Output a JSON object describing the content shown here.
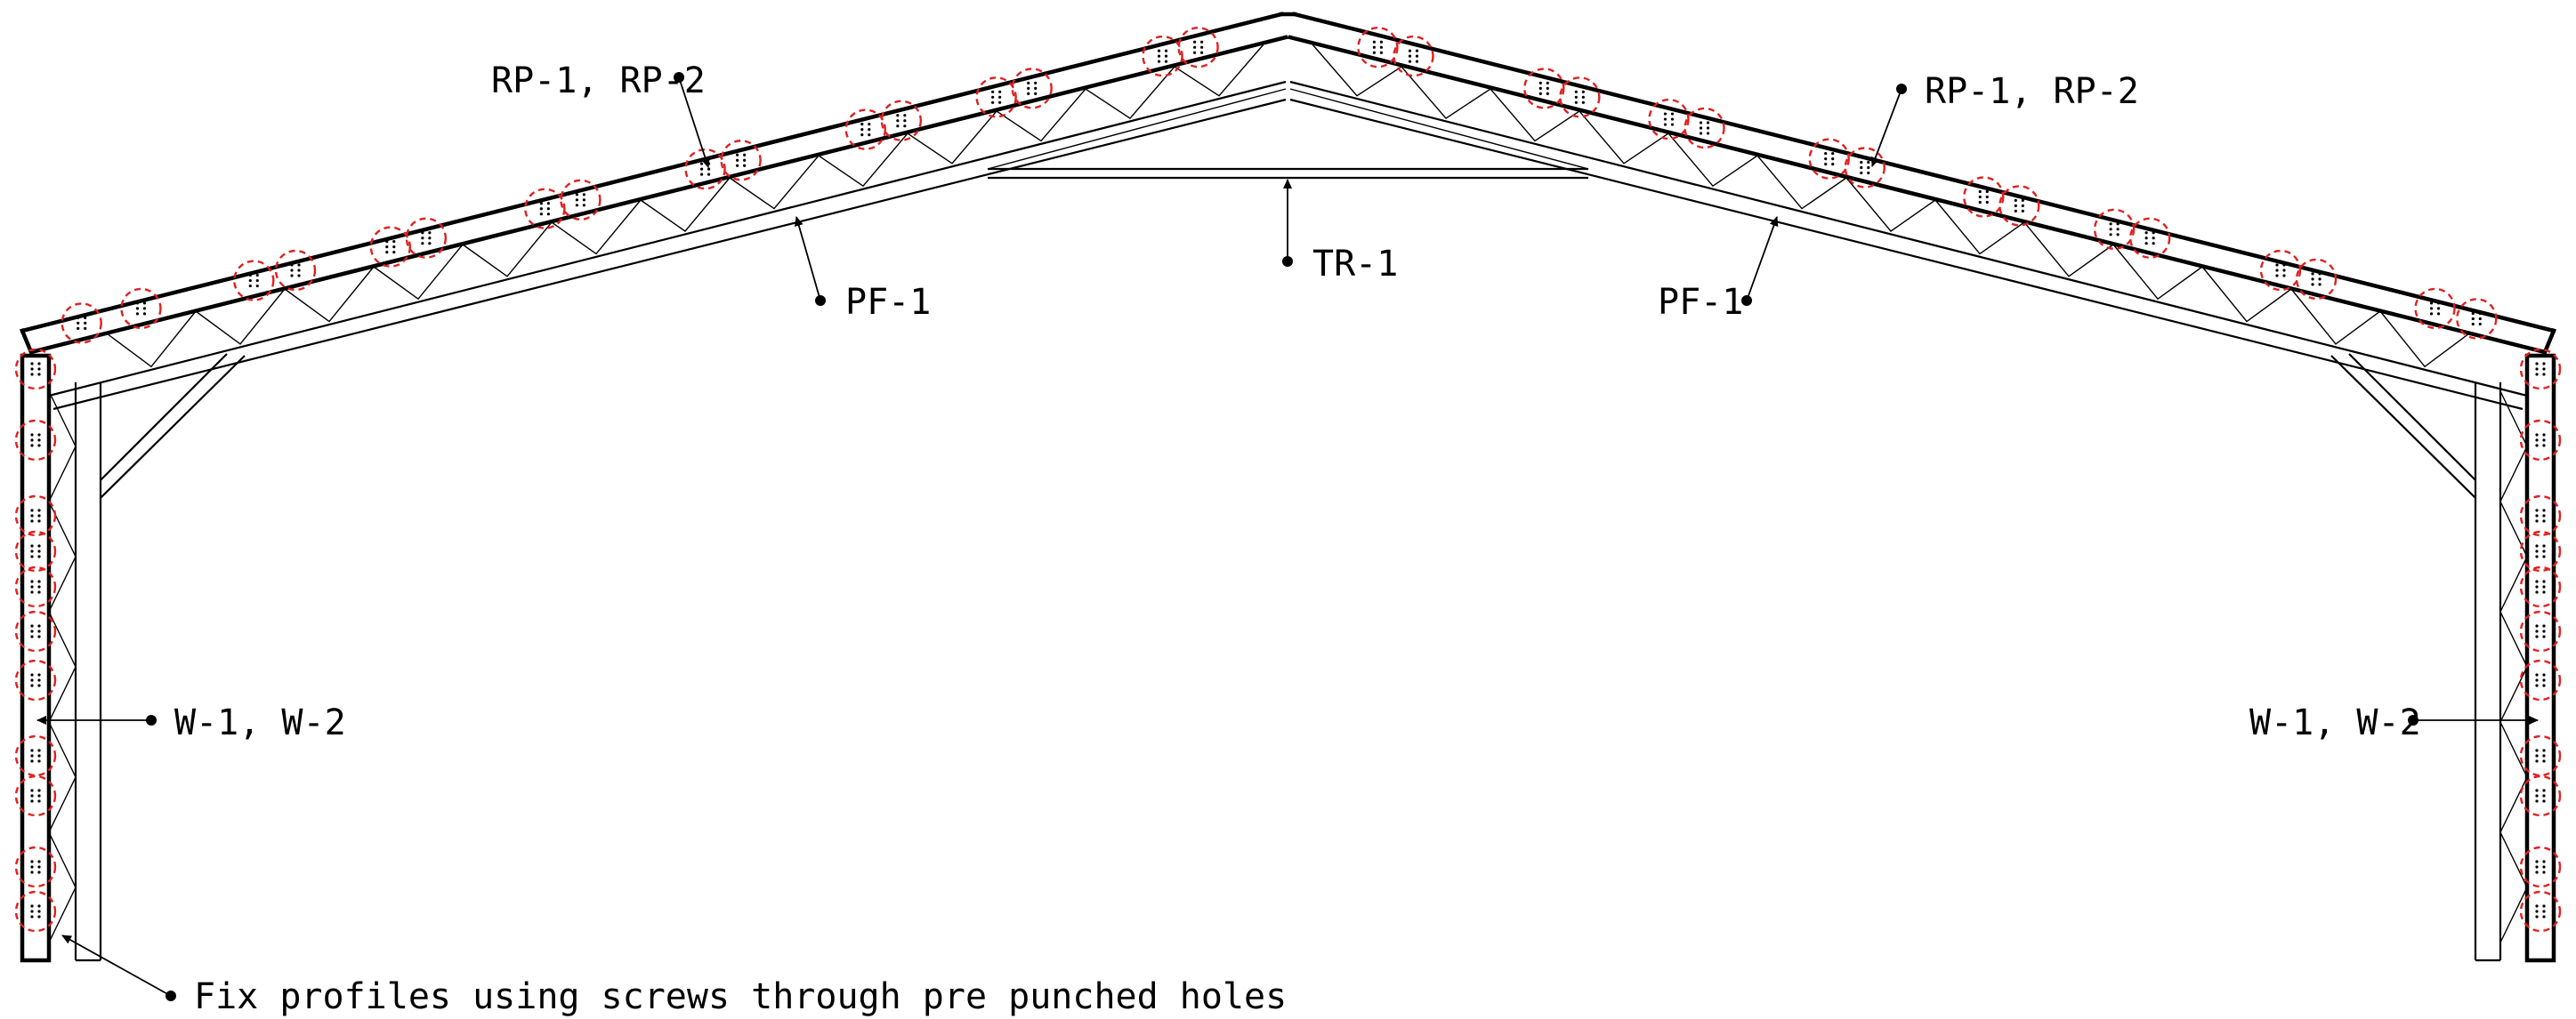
{
  "labels": {
    "rafter_left": "RP-1, RP-2",
    "rafter_right": "RP-1, RP-2",
    "purlin_left": "PF-1",
    "purlin_right": "PF-1",
    "tie": "TR-1",
    "wall_left": "W-1, W-2",
    "wall_right": "W-1, W-2",
    "note": "Fix profiles using screws through pre punched holes"
  },
  "colors": {
    "line": "#000000",
    "fixing_marker": "#e02020"
  }
}
